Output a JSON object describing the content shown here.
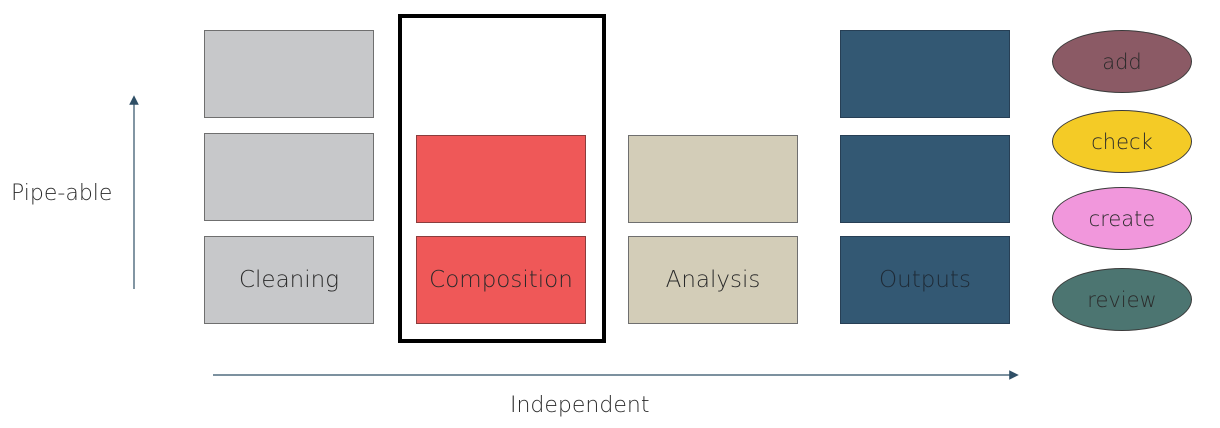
{
  "diagram": {
    "stages": [
      {
        "label": "Cleaning",
        "color": "#c7c8ca",
        "blocks": 3
      },
      {
        "label": "Composition",
        "color": "#ef5858",
        "blocks": 2,
        "highlighted": true
      },
      {
        "label": "Analysis",
        "color": "#d3cdb8",
        "blocks": 2
      },
      {
        "label": "Outputs",
        "color": "#335873",
        "blocks": 3
      }
    ],
    "legend": [
      {
        "label": "add",
        "color": "#8b5a65"
      },
      {
        "label": "check",
        "color": "#f4cb26"
      },
      {
        "label": "create",
        "color": "#f197dc"
      },
      {
        "label": "review",
        "color": "#4c7571"
      }
    ],
    "vertical_axis_label": "Pipe-able",
    "horizontal_axis_label": "Independent",
    "arrow_color": "#2f4f66"
  }
}
